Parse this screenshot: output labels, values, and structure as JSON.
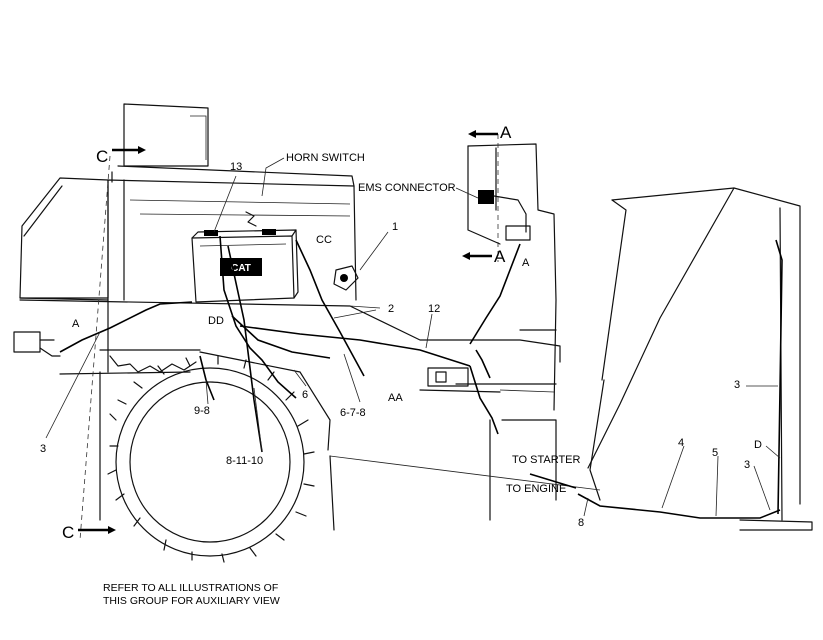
{
  "labels": {
    "horn_switch": "HORN SWITCH",
    "ems_connector": "EMS CONNECTOR",
    "to_starter": "TO STARTER",
    "to_engine": "TO ENGINE",
    "cc": "CC",
    "dd": "DD",
    "aa": "AA",
    "a_left": "A",
    "a_right": "A",
    "d_right": "D",
    "section_a_top": "A",
    "section_a_mid": "A",
    "section_c_top": "C",
    "section_c_bottom": "C",
    "battery_logo": "CAT"
  },
  "callouts": {
    "c1": "1",
    "c2": "2",
    "c3_left": "3",
    "c3_right": "3",
    "c3_bottom": "3",
    "c4": "4",
    "c5": "5",
    "c6": "6",
    "c678": "6-7-8",
    "c8": "8",
    "c8_11_10": "8-11-10",
    "c98": "9-8",
    "c12": "12",
    "c13": "13"
  },
  "note": {
    "line1": "REFER TO ALL ILLUSTRATIONS OF",
    "line2": "THIS GROUP FOR AUXILIARY VIEW"
  }
}
